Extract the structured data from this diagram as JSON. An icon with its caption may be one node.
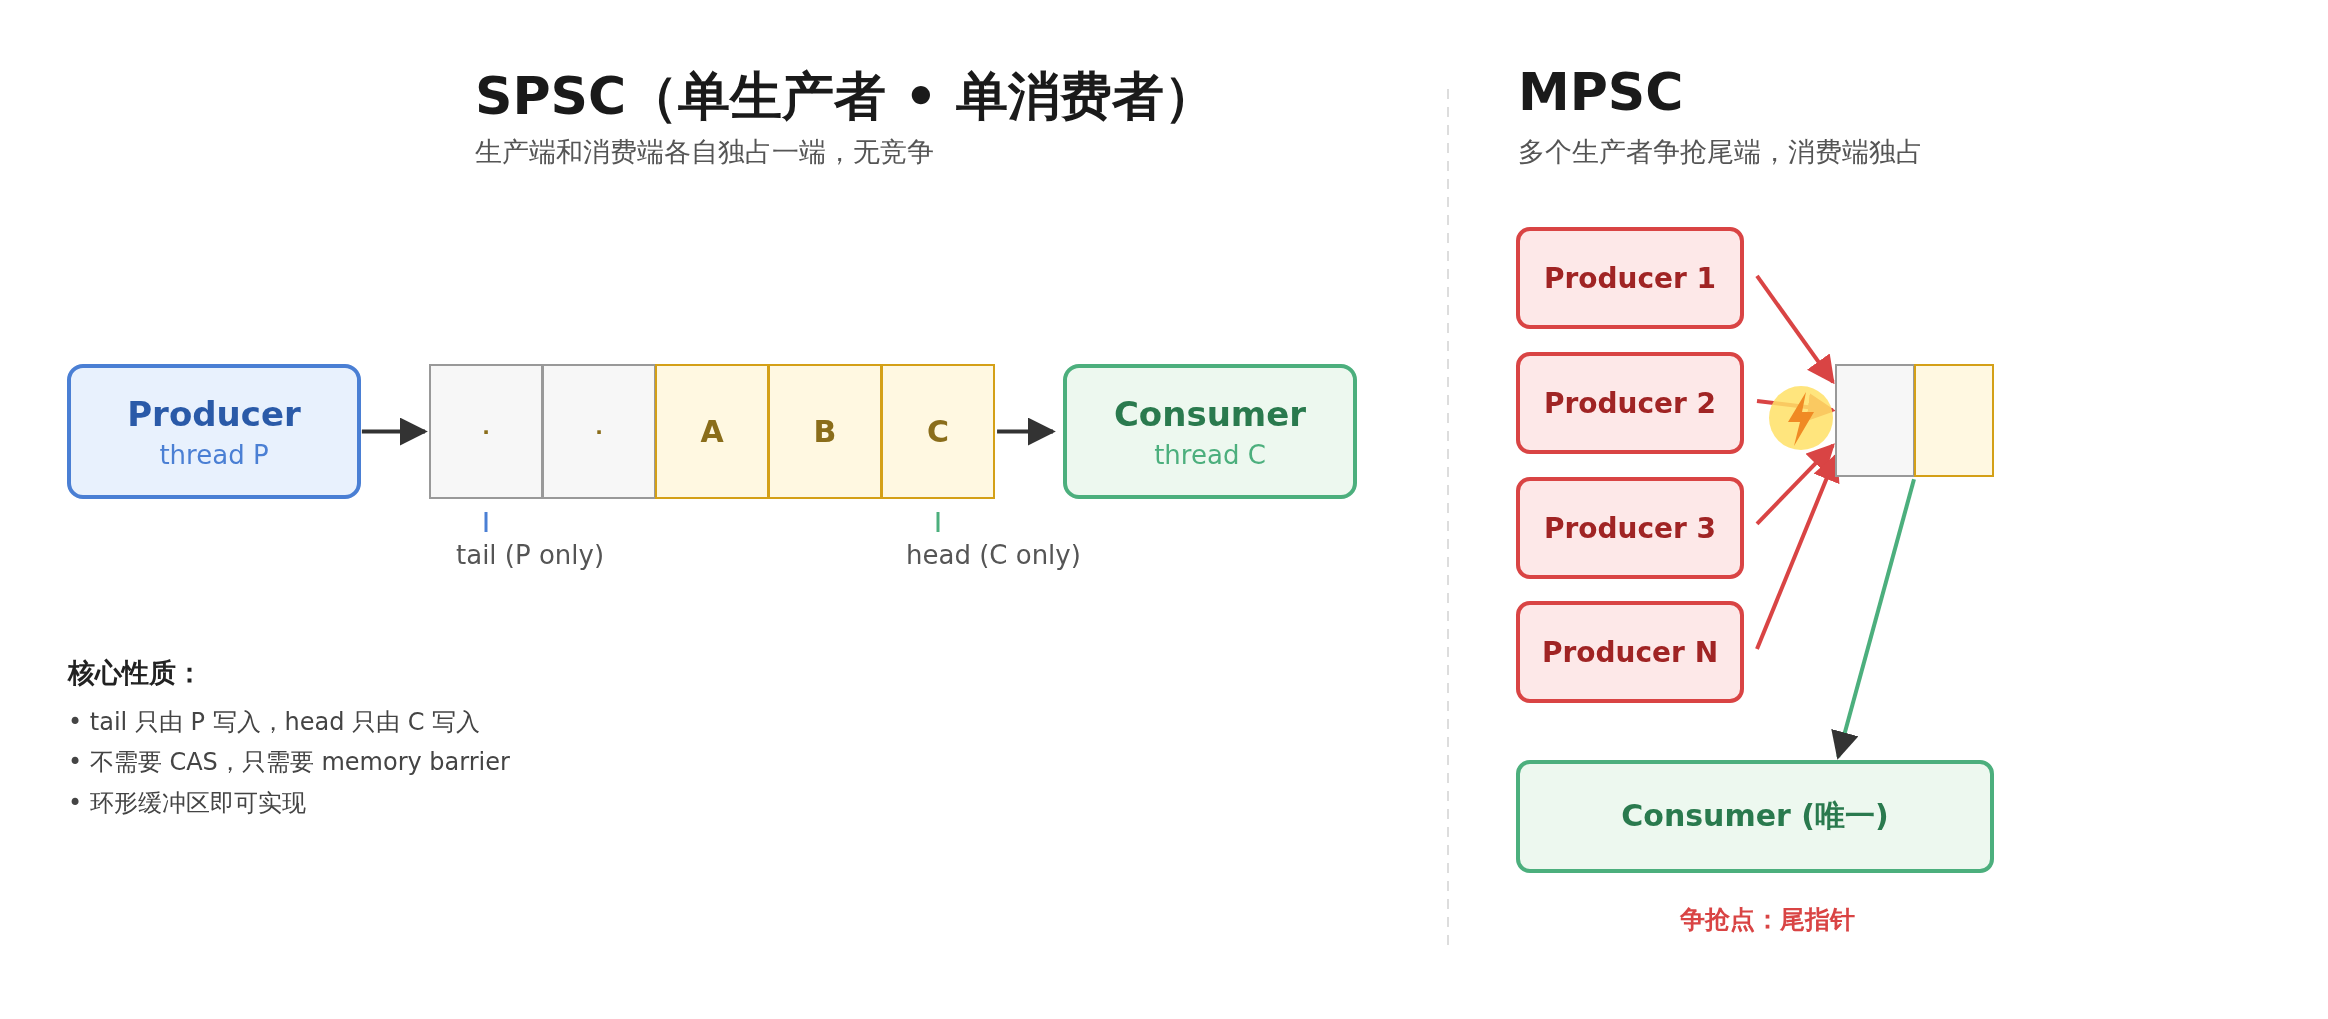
{
  "diagram": {
    "nodes": [
      {
        "text": [
          "Producer",
          "thread P"
        ]
      },
      {
        "text": [
          "·"
        ]
      },
      {
        "text": [
          "·"
        ]
      },
      {
        "text": [
          "A"
        ]
      },
      {
        "text": [
          "B"
        ]
      },
      {
        "text": [
          "C"
        ]
      },
      {
        "text": [
          "Consumer",
          "thread C"
        ]
      },
      {
        "text": [
          "Producer 1"
        ]
      },
      {
        "text": [
          "Producer 2"
        ]
      },
      {
        "text": [
          "Producer 3"
        ]
      },
      {
        "text": [
          "Producer N"
        ]
      },
      {
        "text": [],
        "shape": "box"
      },
      {
        "text": [],
        "shape": "box"
      },
      {
        "text": [
          "Consumer (唯一)"
        ]
      }
    ],
    "edges": [
      {
        "from": 0,
        "to": 1,
        "arrow": "to",
        "color": "#333333"
      },
      {
        "from": 5,
        "to": 6,
        "arrow": "to",
        "color": "#333333"
      },
      {
        "from": 7,
        "to": 11,
        "arrow": "to",
        "color": "#d94444"
      },
      {
        "from": 8,
        "to": 11,
        "arrow": "to",
        "color": "#d94444"
      },
      {
        "from": 9,
        "to": 11,
        "arrow": "to",
        "color": "#d94444"
      },
      {
        "from": 10,
        "to": 11,
        "arrow": "to",
        "color": "#d94444"
      },
      {
        "from": 12,
        "to": 13,
        "arrow": "to",
        "color": "#4caf7d"
      }
    ],
    "labels": [
      "SPSC（单生产者 • 单消费者）",
      "生产端和消费端各自独占一端，无竞争",
      "tail (P only)",
      "head (C only)",
      "核心性质：",
      "• tail 只由 P 写入，head 只由 C 写入",
      "• 不需要 CAS，只需要 memory barrier",
      "• 环形缓冲区即可实现",
      "MPSC",
      "多个生产者争抢尾端，消费端独占",
      "争抢点：尾指针"
    ]
  }
}
